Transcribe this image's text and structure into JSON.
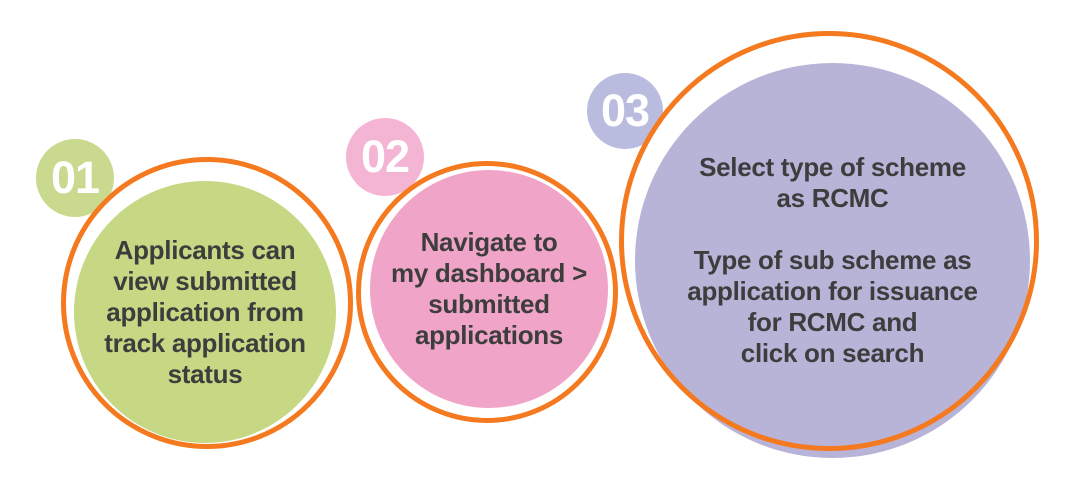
{
  "colors": {
    "ring_orange": "#f4791f",
    "text_dark": "#3d3d3d",
    "badge_text_white": "#ffffff",
    "background": "#ffffff"
  },
  "steps": [
    {
      "number": "01",
      "badge_color": "#c9da8e",
      "fill_color": "#c6d884",
      "lines": {
        "l1": "Applicants can",
        "l2": "view submitted",
        "l3": "application from",
        "l4": "track application",
        "l5": "status"
      }
    },
    {
      "number": "02",
      "badge_color": "#f4b4d3",
      "fill_color": "#f0a5c8",
      "lines": {
        "l1": "Navigate to",
        "l2": "my dashboard >",
        "l3": "submitted",
        "l4": "applications"
      }
    },
    {
      "number": "03",
      "badge_color": "#babcdf",
      "fill_color": "#b7b4d8",
      "lines": {
        "l1": "Select type of scheme",
        "l2": "as RCMC",
        "l3": "",
        "l4": "Type of sub scheme as",
        "l5": "application for issuance",
        "l6": "for RCMC and",
        "l7": "click on search"
      }
    }
  ]
}
